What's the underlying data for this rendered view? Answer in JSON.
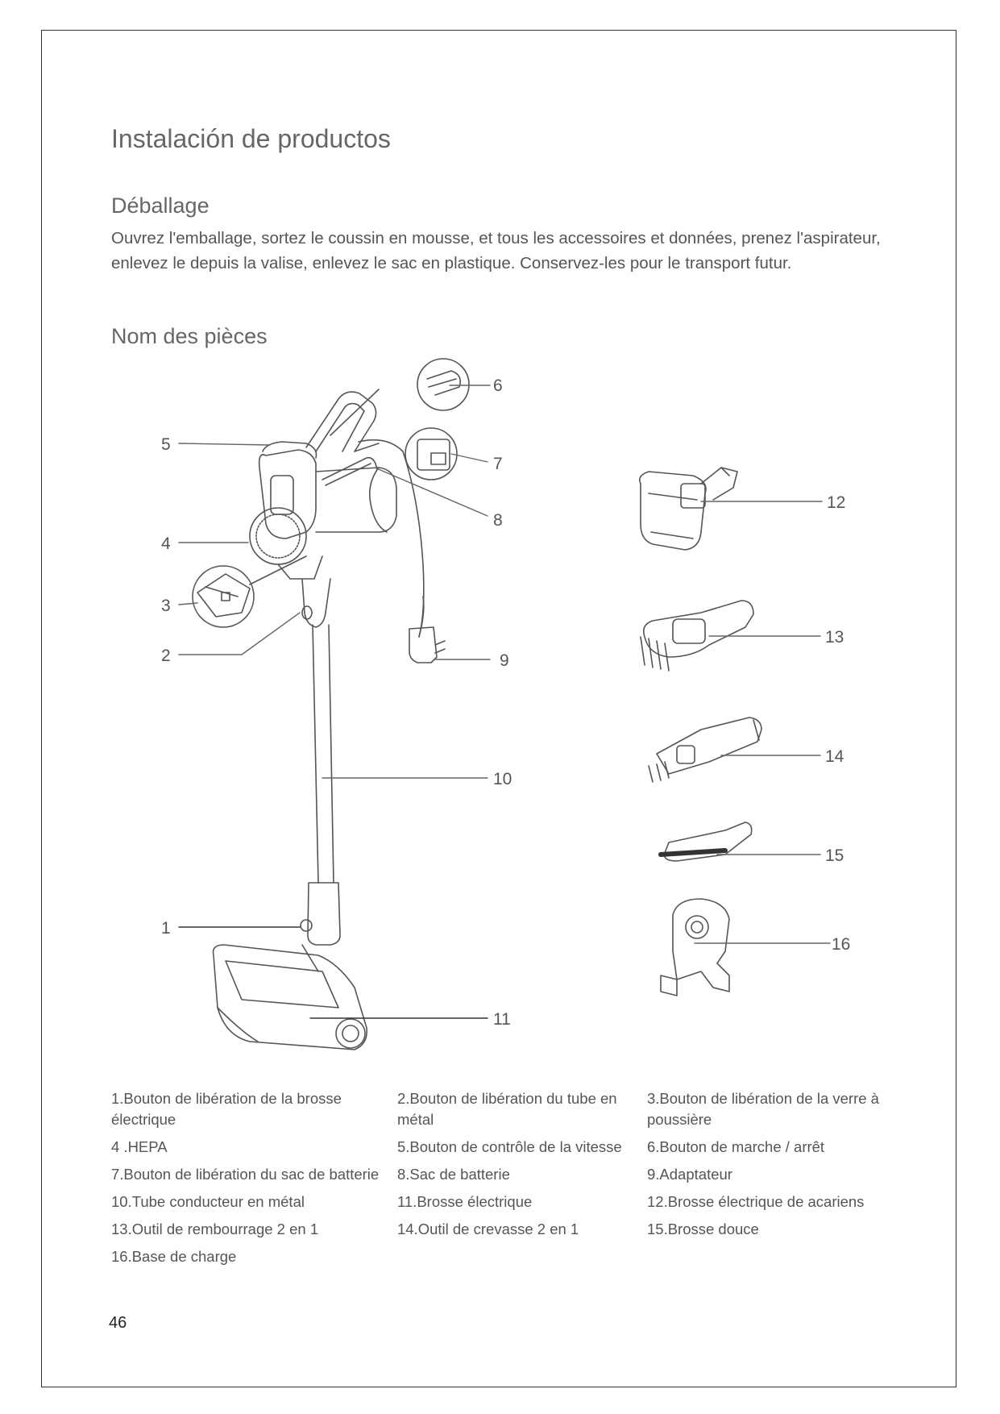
{
  "title": "Instalación de productos",
  "unpacking": {
    "heading": "Déballage",
    "text": "Ouvrez l'emballage, sortez le coussin en mousse, et tous les accessoires et données, prenez l'aspirateur, enlevez le depuis la valise, enlevez le sac en plastique. Conservez-les pour le transport futur."
  },
  "parts": {
    "heading": "Nom des pièces",
    "callouts": [
      "1",
      "2",
      "3",
      "4",
      "5",
      "6",
      "7",
      "8",
      "9",
      "10",
      "11",
      "12",
      "13",
      "14",
      "15",
      "16"
    ],
    "list": [
      "1.Bouton de libération de la brosse électrique",
      "2.Bouton de libération du tube en métal",
      "3.Bouton de libération de la verre à poussière",
      "4 .HEPA",
      "5.Bouton de contrôle de la vitesse",
      "6.Bouton de marche / arrêt",
      "7.Bouton de libération du sac de batterie",
      "8.Sac de batterie",
      "9.Adaptateur",
      "10.Tube conducteur en métal",
      "11.Brosse électrique",
      "12.Brosse électrique de acariens",
      "13.Outil de rembourrage 2 en 1",
      "14.Outil de crevasse 2 en 1",
      "15.Brosse douce",
      "16.Base de charge"
    ]
  },
  "page_number": "46"
}
